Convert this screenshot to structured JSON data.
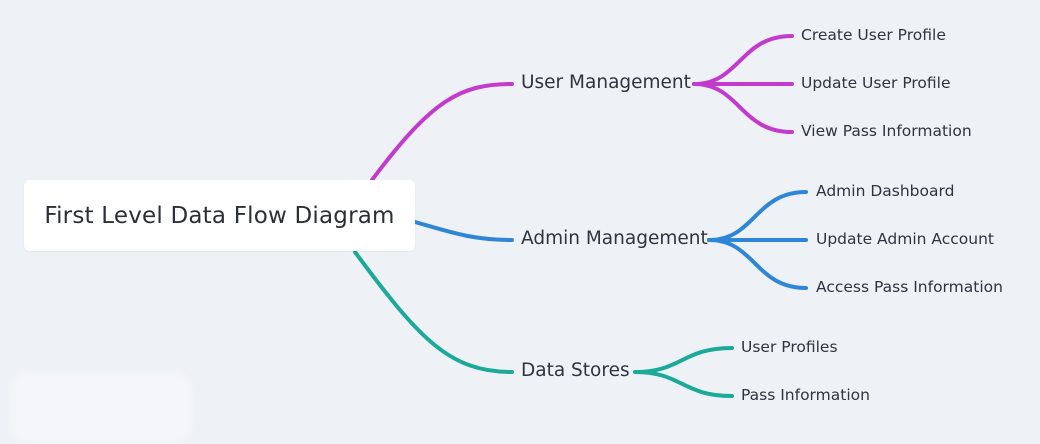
{
  "diagram": {
    "root": {
      "label": "First Level Data Flow Diagram"
    },
    "branches": [
      {
        "label": "User Management",
        "color": "#c23bcc",
        "children": [
          "Create User Profile",
          "Update User Profile",
          "View Pass Information"
        ]
      },
      {
        "label": "Admin Management",
        "color": "#2f86d6",
        "children": [
          "Admin Dashboard",
          "Update Admin Account",
          "Access Pass Information"
        ]
      },
      {
        "label": "Data Stores",
        "color": "#1ba99a",
        "children": [
          "User Profiles",
          "Pass Information"
        ]
      }
    ]
  }
}
